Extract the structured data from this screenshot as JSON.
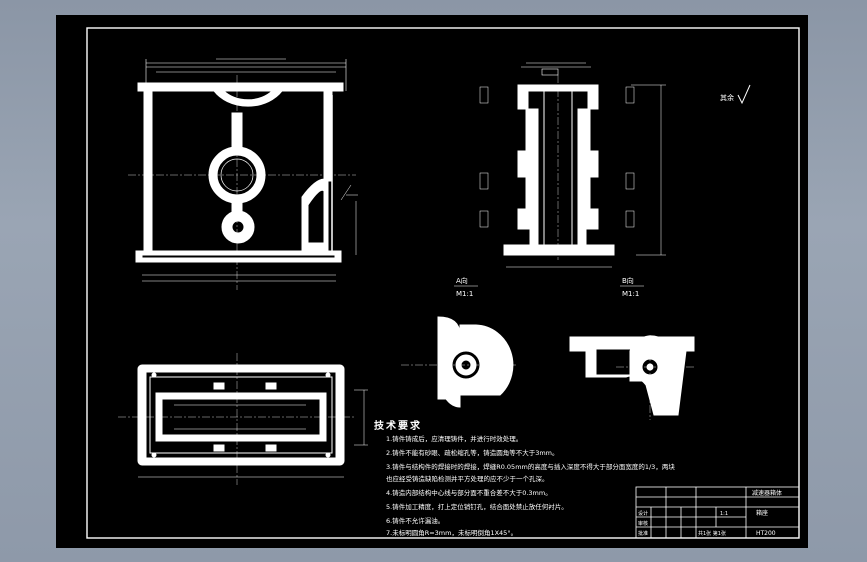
{
  "colors": {
    "sheet": "#000000",
    "line": "#ffffff",
    "dim": "#ffffff",
    "background": "#95a0af"
  },
  "views": {
    "section_a_label": "A向",
    "section_a_scale": "M1:1",
    "section_b_label": "B向",
    "section_b_scale": "M1:1",
    "roughness_label": "其余"
  },
  "tech_requirements": {
    "title": "技术要求",
    "items": [
      "1.铸件铸成后，应清理铸件，并进行时效处理。",
      "2.铸件不能有砂眼、疏松缩孔等，铸造圆角等不大于3mm。",
      "3.铸件与结构件的焊接时的焊接，焊缝R0.05mm的高度与插入深度不得大于部分面宽度的1/3，两块",
      "也应经受铸造缺陷检测并平方处理的应不少于一个孔深。",
      "4.铸造内部结构中心线与部分面不重合差不大于0.3mm。",
      "5.铸件加工精度，打上定位销钉孔，结合面处禁止放任何衬片。",
      "6.铸件不允许漏油。",
      "7.未标明圆角R=3mm，未标明倒角1X45°。"
    ]
  },
  "title_block": {
    "part_name": "减速器箱体",
    "drawing_no": "箱座",
    "material": "HT200",
    "scale": "1:1",
    "company": "",
    "designer": "设计",
    "checker": "审核",
    "approver": "批准",
    "sheet_info": "共1张 第1张"
  }
}
